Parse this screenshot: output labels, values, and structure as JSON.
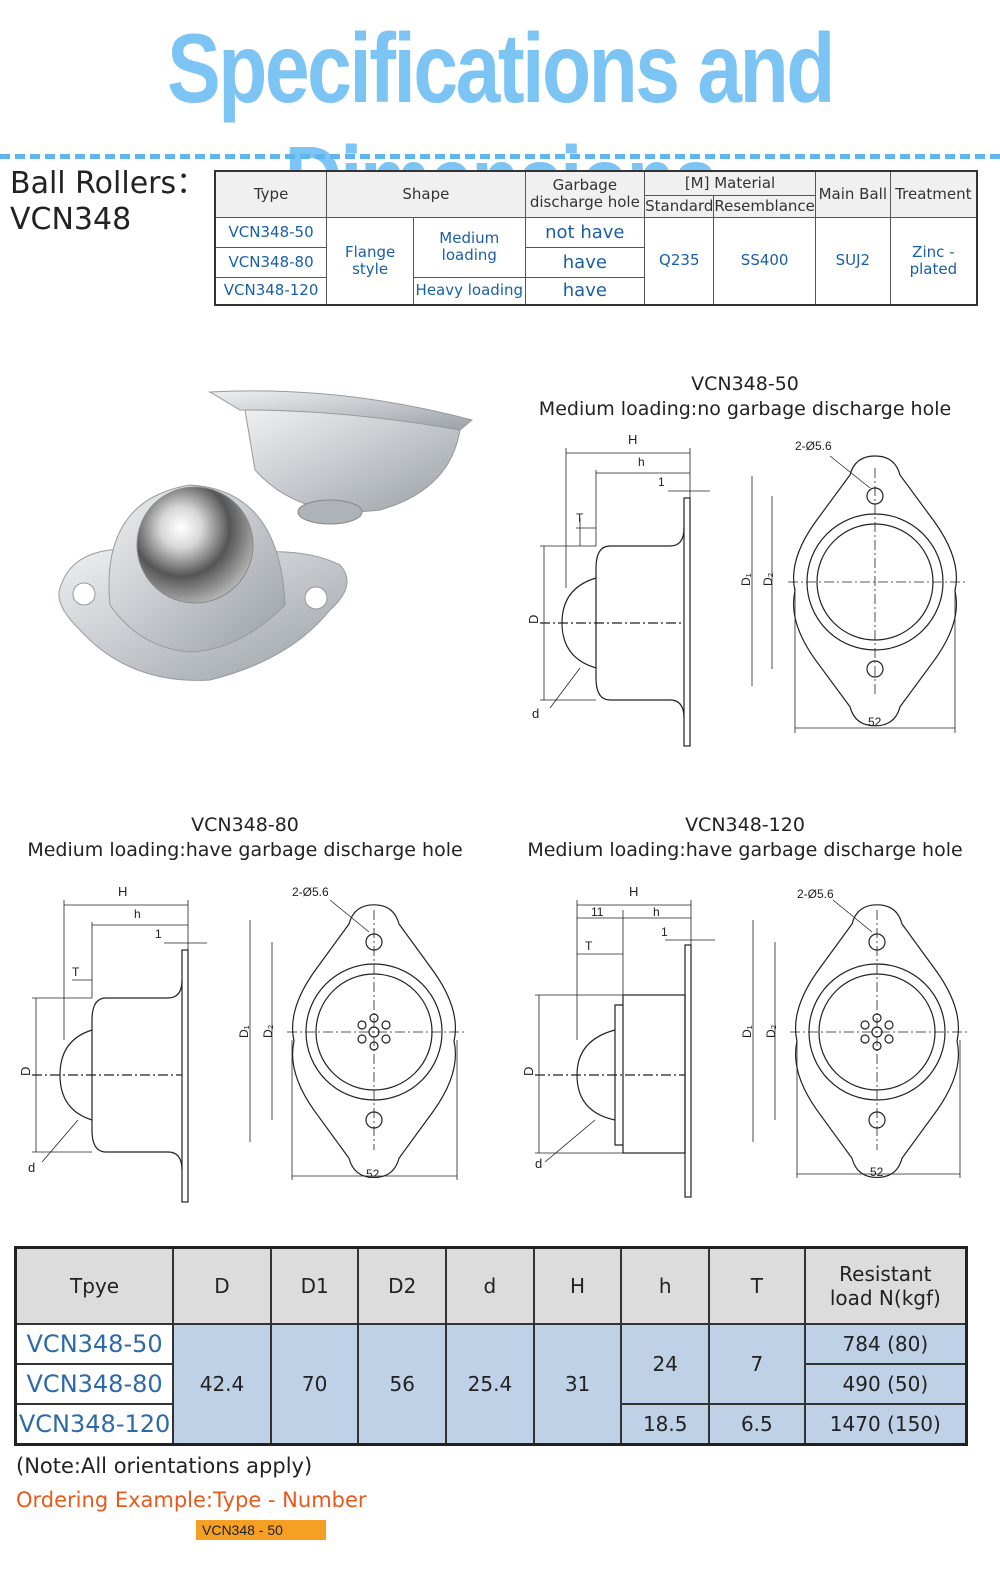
{
  "title": "Specifications and Dimensions",
  "product": {
    "label": "Ball Rollers：",
    "model": "VCN348"
  },
  "spec_table": {
    "headers": {
      "type": "Type",
      "shape": "Shape",
      "garbage": "Garbage discharge hole",
      "material": "[M] Material",
      "standard": "Standard",
      "resemblance": "Resemblance",
      "main_ball": "Main Ball",
      "treatment": "Treatment"
    },
    "rows": [
      {
        "type": "VCN348-50",
        "garbage": "not have"
      },
      {
        "type": "VCN348-80",
        "garbage": "have"
      },
      {
        "type": "VCN348-120",
        "garbage": "have"
      }
    ],
    "shape_style": "Flange style",
    "medium_loading": "Medium loading",
    "heavy_loading": "Heavy loading",
    "standard": "Q235",
    "resemblance": "SS400",
    "main_ball": "SUJ2",
    "treatment": "Zinc -plated"
  },
  "drawings": {
    "d50": {
      "model": "VCN348-50",
      "desc": "Medium loading:no garbage discharge hole"
    },
    "d80": {
      "model": "VCN348-80",
      "desc": "Medium loading:have garbage discharge hole"
    },
    "d120": {
      "model": "VCN348-120",
      "desc": "Medium loading:have garbage discharge hole"
    },
    "labels": {
      "H": "H",
      "h": "h",
      "one": "1",
      "T": "T",
      "D": "D",
      "d": "d",
      "D1": "D₁",
      "D2": "D₂",
      "holes": "2-Ø5.6",
      "width": "52",
      "eleven": "11"
    }
  },
  "dim_table": {
    "headers": [
      "Tpye",
      "D",
      "D1",
      "D2",
      "d",
      "H",
      "h",
      "T",
      "Resistant load N(kgf)"
    ],
    "rows": [
      {
        "type": "VCN348-50",
        "load": "784 (80)"
      },
      {
        "type": "VCN348-80",
        "load": "490 (50)"
      },
      {
        "type": "VCN348-120",
        "load": "1470 (150)"
      }
    ],
    "D": "42.4",
    "D1": "70",
    "D2": "56",
    "d": "25.4",
    "H": "31",
    "h_medium": "24",
    "T_medium": "7",
    "h_heavy": "18.5",
    "T_heavy": "6.5"
  },
  "note": "(Note:All orientations apply)",
  "ordering": {
    "label": "Ordering Example:Type - Number",
    "example": "VCN348 - 50"
  },
  "colors": {
    "title": "#7cc4f4",
    "accent_blue": "#1a5fa6",
    "table_fill": "#bfd1e6",
    "order": "#e85a1b",
    "tag": "#f5a024"
  }
}
